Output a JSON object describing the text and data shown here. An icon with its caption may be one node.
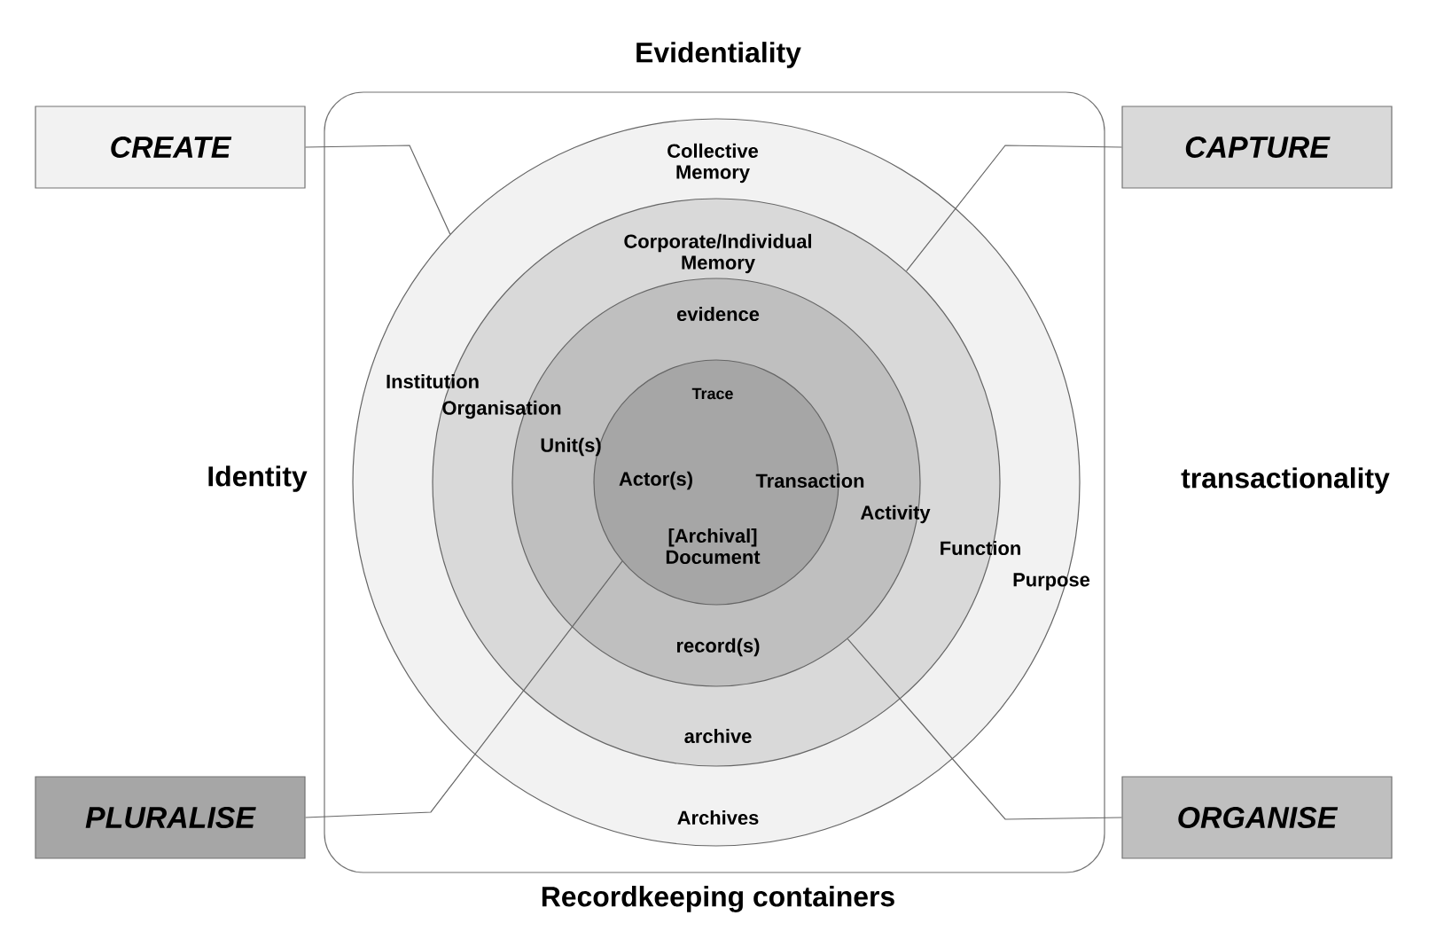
{
  "diagram": {
    "nodes": [
      {
        "text": [],
        "shape": "box"
      },
      {
        "text": [
          "Collective Memory",
          "Institution",
          "Purpose",
          "Archives"
        ],
        "in": 0
      },
      {
        "text": [
          "Corporate/Individual Memory",
          "Organisation",
          "Function",
          "archive"
        ],
        "in": 1
      },
      {
        "text": [
          "evidence",
          "Unit(s)",
          "Activity",
          "record(s)"
        ],
        "in": 2
      },
      {
        "text": [
          "Trace",
          "Actor(s)",
          "Transaction",
          "[Archival] Document"
        ],
        "in": 3
      },
      {
        "text": [
          "CREATE"
        ]
      },
      {
        "text": [
          "CAPTURE"
        ]
      },
      {
        "text": [
          "PLURALISE"
        ]
      },
      {
        "text": [
          "ORGANISE"
        ]
      }
    ],
    "edges": [
      {
        "from": 5,
        "to": 1,
        "arrow": "none"
      },
      {
        "from": 6,
        "to": 2,
        "arrow": "none"
      },
      {
        "from": 7,
        "to": 4,
        "arrow": "none"
      },
      {
        "from": 8,
        "to": 3,
        "arrow": "none"
      }
    ],
    "labels": [
      "Evidentiality",
      "Identity",
      "transactionality",
      "Recordkeeping containers"
    ]
  }
}
